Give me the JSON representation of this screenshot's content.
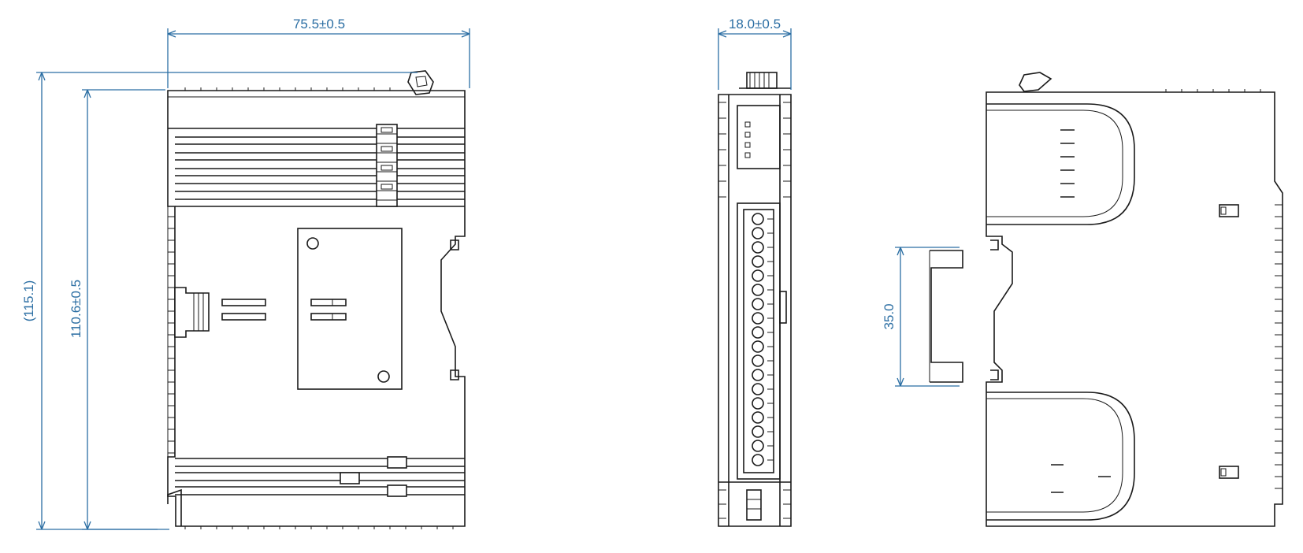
{
  "dimensions": {
    "front_width": "75.5±0.5",
    "side_width": "18.0±0.5",
    "overall_height": "(115.1)",
    "body_height": "110.6±0.5",
    "din_rail": "35.0"
  },
  "colors": {
    "dimension": "#2b6ea3",
    "outline": "#1a1a1a",
    "background": "#ffffff"
  }
}
